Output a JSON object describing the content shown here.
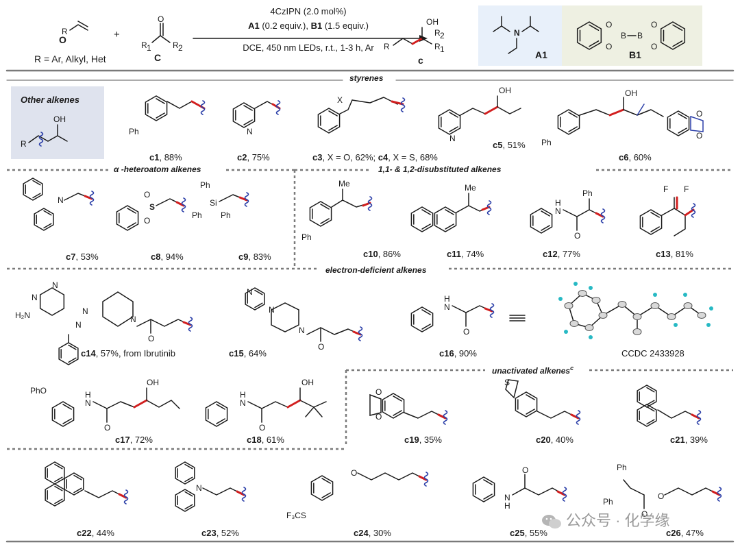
{
  "scheme": {
    "reactant_alkene_label": "O",
    "reactant_alkene_note": "R = Ar, Alkyl, Het",
    "reactant_ketone_label": "C",
    "plus": "+",
    "conditions_line1": "4CzIPN (2.0 mol%)",
    "conditions_line2_a": "A1",
    "conditions_line2_b": " (0.2 equiv.), ",
    "conditions_line2_c": "B1",
    "conditions_line2_d": " (1.5 equiv.)",
    "conditions_line3": "DCE, 450 nm LEDs, r.t., 1-3 h, Ar",
    "product_label": "c",
    "reagent_a1": "A1",
    "reagent_b1": "B1"
  },
  "sections": {
    "styrenes": "styrenes",
    "other_alkenes": "Other alkenes",
    "alpha_hetero": "α -heteroatom alkenes",
    "disubstituted": "1,1- & 1,2-disubstituted alkenes",
    "electron_deficient": "electron-deficient alkenes",
    "unactivated": "unactivated alkenes",
    "unactivated_sup": "c"
  },
  "compounds": [
    {
      "id": "c1",
      "text": ", 88%"
    },
    {
      "id": "c2",
      "text": ", 75%"
    },
    {
      "id": "c3",
      "text": ", X = O, 62%; "
    },
    {
      "id": "c4",
      "text": ", X = S, 68%"
    },
    {
      "id": "c5",
      "text": ", 51%"
    },
    {
      "id": "c6",
      "text": ", 60%"
    },
    {
      "id": "c7",
      "text": ", 53%"
    },
    {
      "id": "c8",
      "text": ", 94%"
    },
    {
      "id": "c9",
      "text": ", 83%"
    },
    {
      "id": "c10",
      "text": ", 86%"
    },
    {
      "id": "c11",
      "text": ", 74%"
    },
    {
      "id": "c12",
      "text": ", 77%"
    },
    {
      "id": "c13",
      "text": ", 81%"
    },
    {
      "id": "c14",
      "text": ", 57%, from Ibrutinib"
    },
    {
      "id": "c15",
      "text": ", 64%"
    },
    {
      "id": "c16",
      "text": ", 90%"
    },
    {
      "id": "c17",
      "text": ", 72%"
    },
    {
      "id": "c18",
      "text": ", 61%"
    },
    {
      "id": "c19",
      "text": ", 35%"
    },
    {
      "id": "c20",
      "text": ", 40%"
    },
    {
      "id": "c21",
      "text": ", 39%"
    },
    {
      "id": "c22",
      "text": ", 44%"
    },
    {
      "id": "c23",
      "text": ", 52%"
    },
    {
      "id": "c24",
      "text": ", 30%"
    },
    {
      "id": "c25",
      "text": ", 55%"
    },
    {
      "id": "c26",
      "text": ", 47%"
    }
  ],
  "ccdc": "CCDC 2433928",
  "watermark": "公众号 · 化学缘",
  "atoms": {
    "R": "R",
    "R1": "R",
    "R2": "R",
    "OH": "OH",
    "O": "O",
    "N": "N",
    "X": "X",
    "Ph": "Ph",
    "S": "S",
    "Si": "Si",
    "Me": "Me",
    "F": "F",
    "H": "H",
    "H2N": "H₂N",
    "PhO": "PhO",
    "F3CS": "F₃CS",
    "B": "B"
  },
  "colors": {
    "wavy": "#2b3fa8",
    "newbond": "#d21f1f",
    "ink": "#1a1a1a",
    "section_line": "#7a7a7a"
  }
}
